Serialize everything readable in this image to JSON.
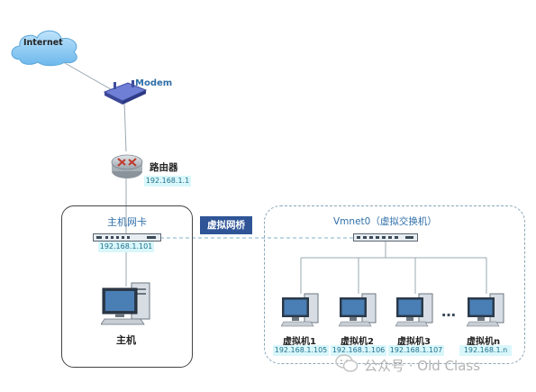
{
  "internet": {
    "label": "Internet"
  },
  "modem": {
    "label": "Modem"
  },
  "router": {
    "label": "路由器",
    "ip": "192.168.1.1"
  },
  "host": {
    "nic_label": "主机网卡",
    "nic_ip": "192.168.1.101",
    "label": "主机"
  },
  "bridge": {
    "label": "虚拟网桥"
  },
  "vswitch": {
    "label": "Vmnet0（虚拟交换机）"
  },
  "vms": [
    {
      "label": "虚拟机1",
      "ip": "192.168.1.105"
    },
    {
      "label": "虚拟机2",
      "ip": "192.168.1.106"
    },
    {
      "label": "虚拟机3",
      "ip": "192.168.1.107"
    },
    {
      "label": "虚拟机n",
      "ip": "192.168.1.n"
    }
  ],
  "ellipsis": "…",
  "watermark": {
    "text": "公众号 · Old Class"
  },
  "colors": {
    "accent": "#2f5597",
    "ip_bg": "#d9f7fb",
    "line": "#9aa8b2",
    "dashed": "#7fb0c8"
  }
}
